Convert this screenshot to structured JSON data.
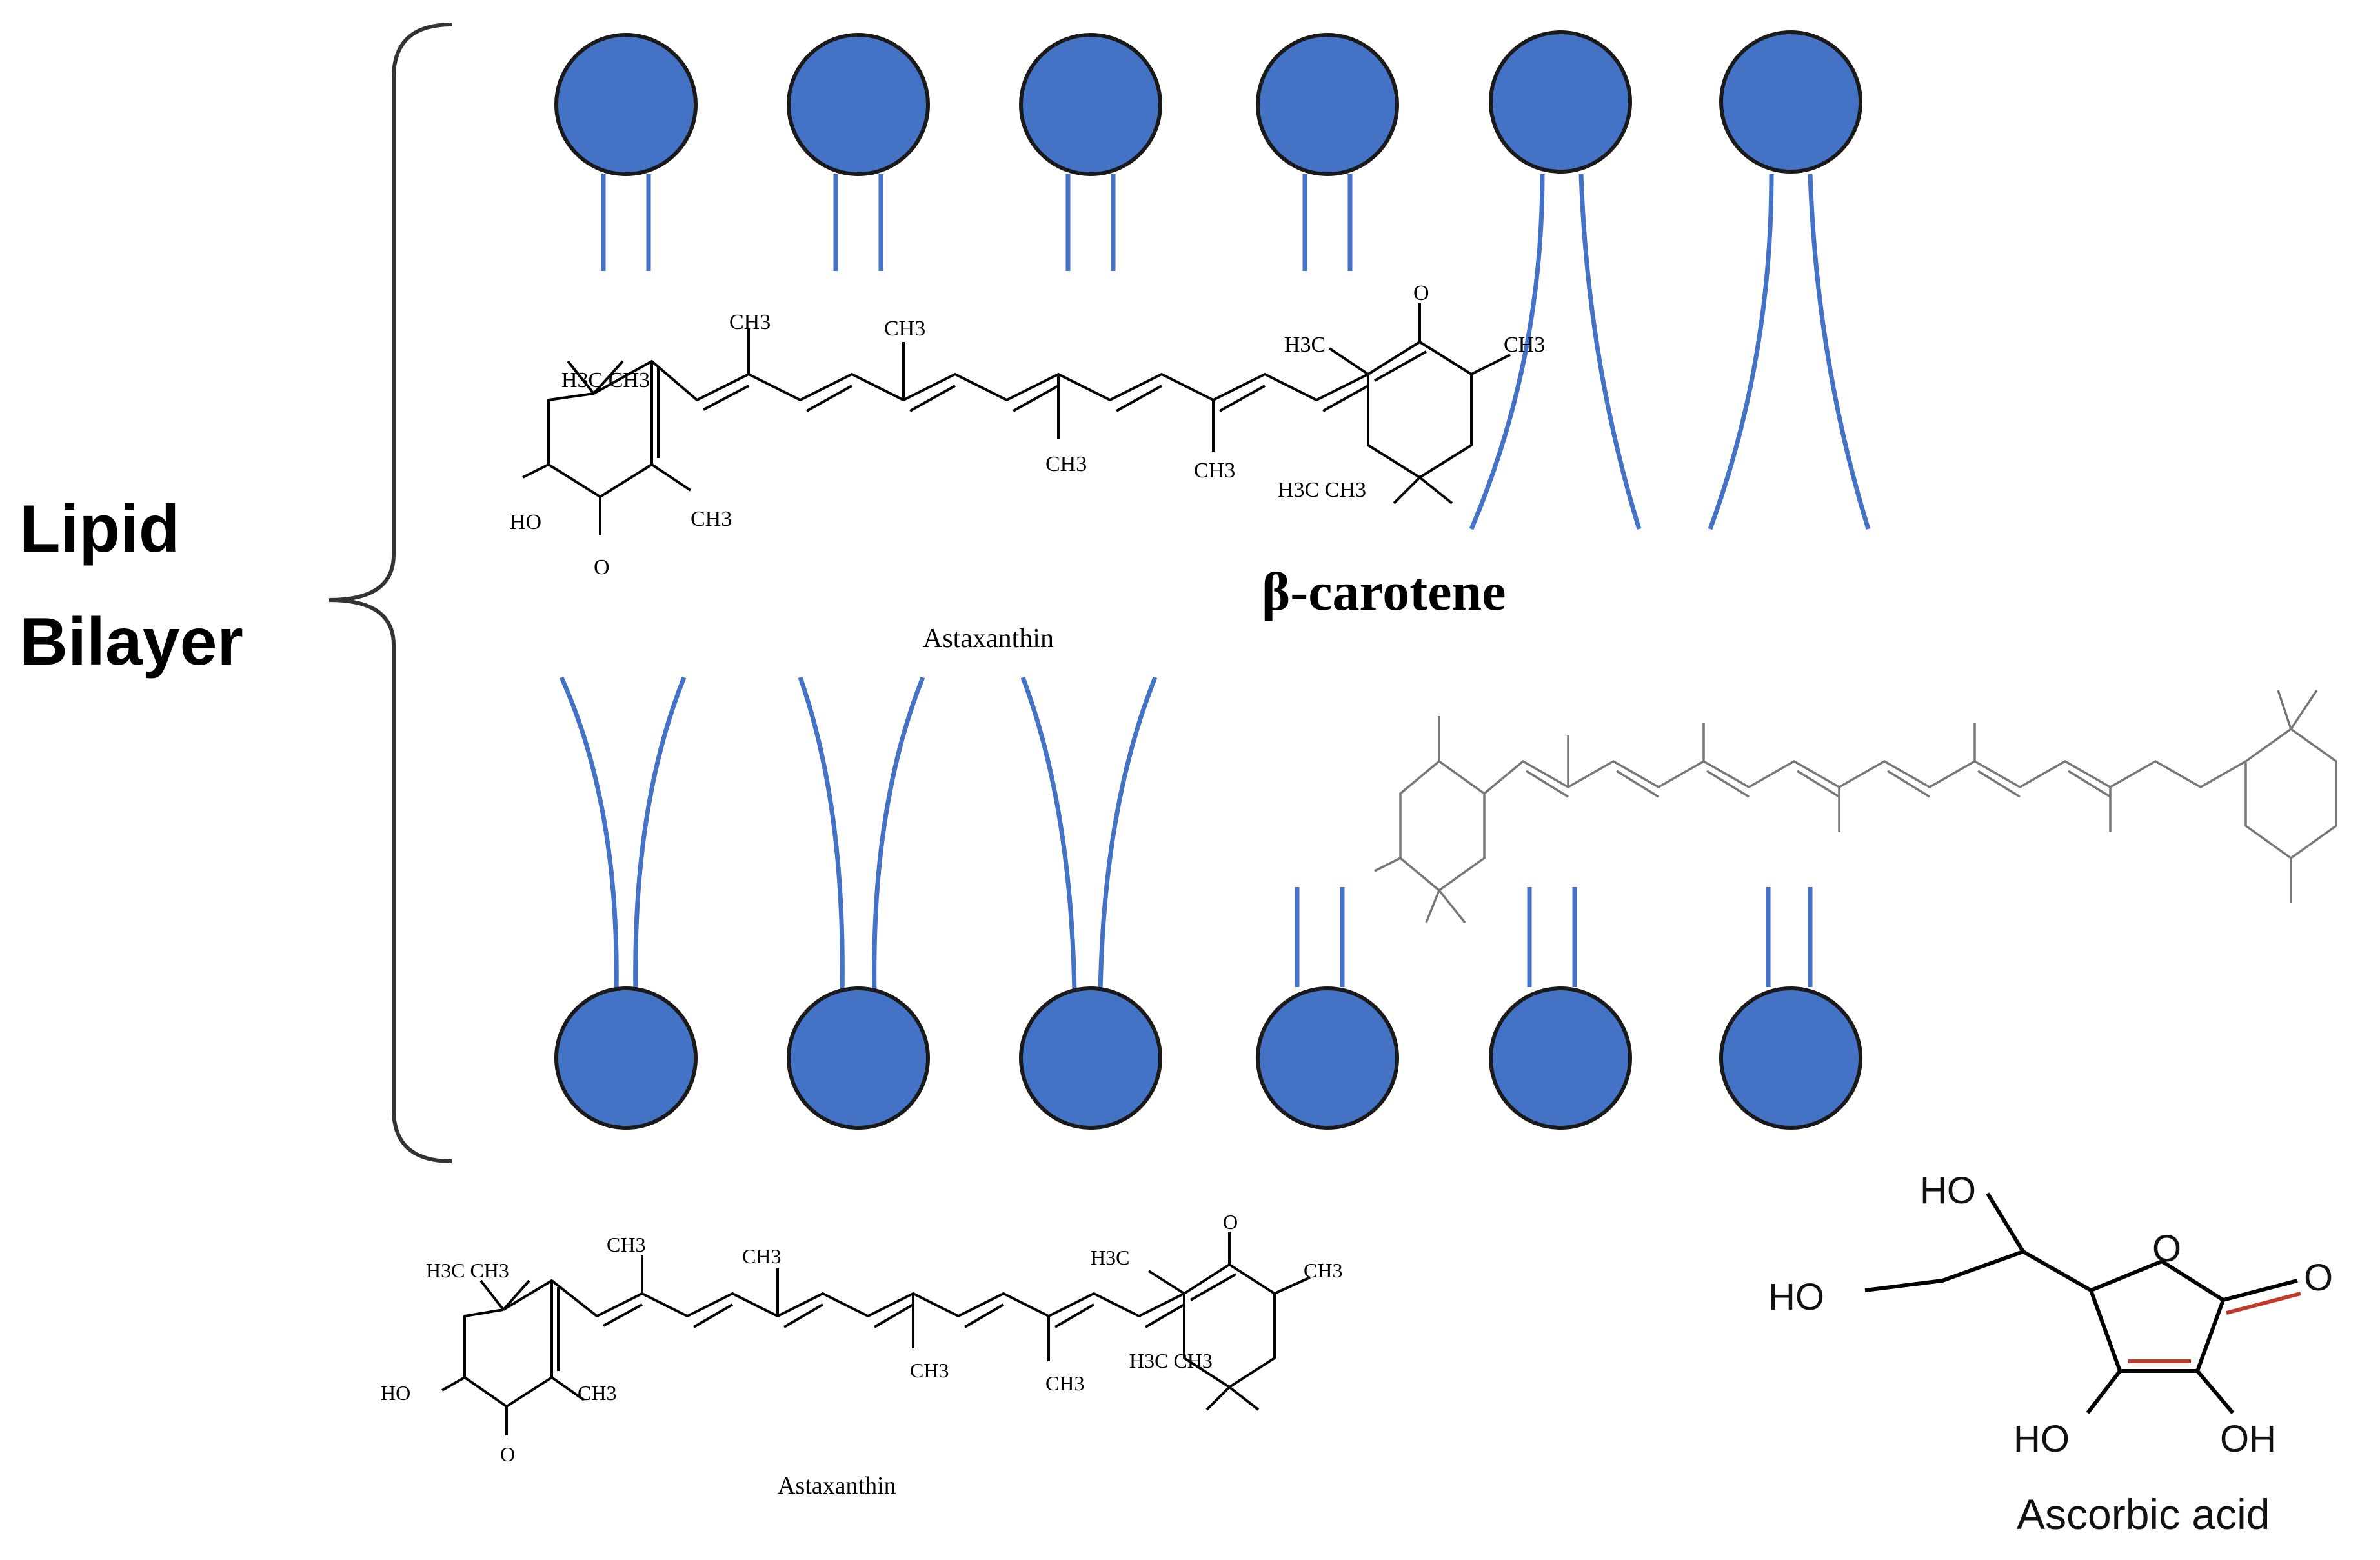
{
  "labels": {
    "lipid_line1": "Lipid",
    "lipid_line2": "Bilayer",
    "beta_carotene": "β-carotene",
    "astaxanthin_top": "Astaxanthin",
    "astaxanthin_bottom": "Astaxanthin",
    "ascorbic_acid": "Ascorbic acid"
  },
  "chem_text": {
    "ch3": "CH3",
    "h3c": "H3C",
    "ho": "HO",
    "oh": "OH",
    "o": "O",
    "h3c_ch3": "H3C CH3"
  },
  "colors": {
    "head_fill": "#4472C4",
    "tail": "#4472C4",
    "bond": "#000000",
    "bond_grey": "#777777",
    "double_bond_red": "#C0392B"
  }
}
